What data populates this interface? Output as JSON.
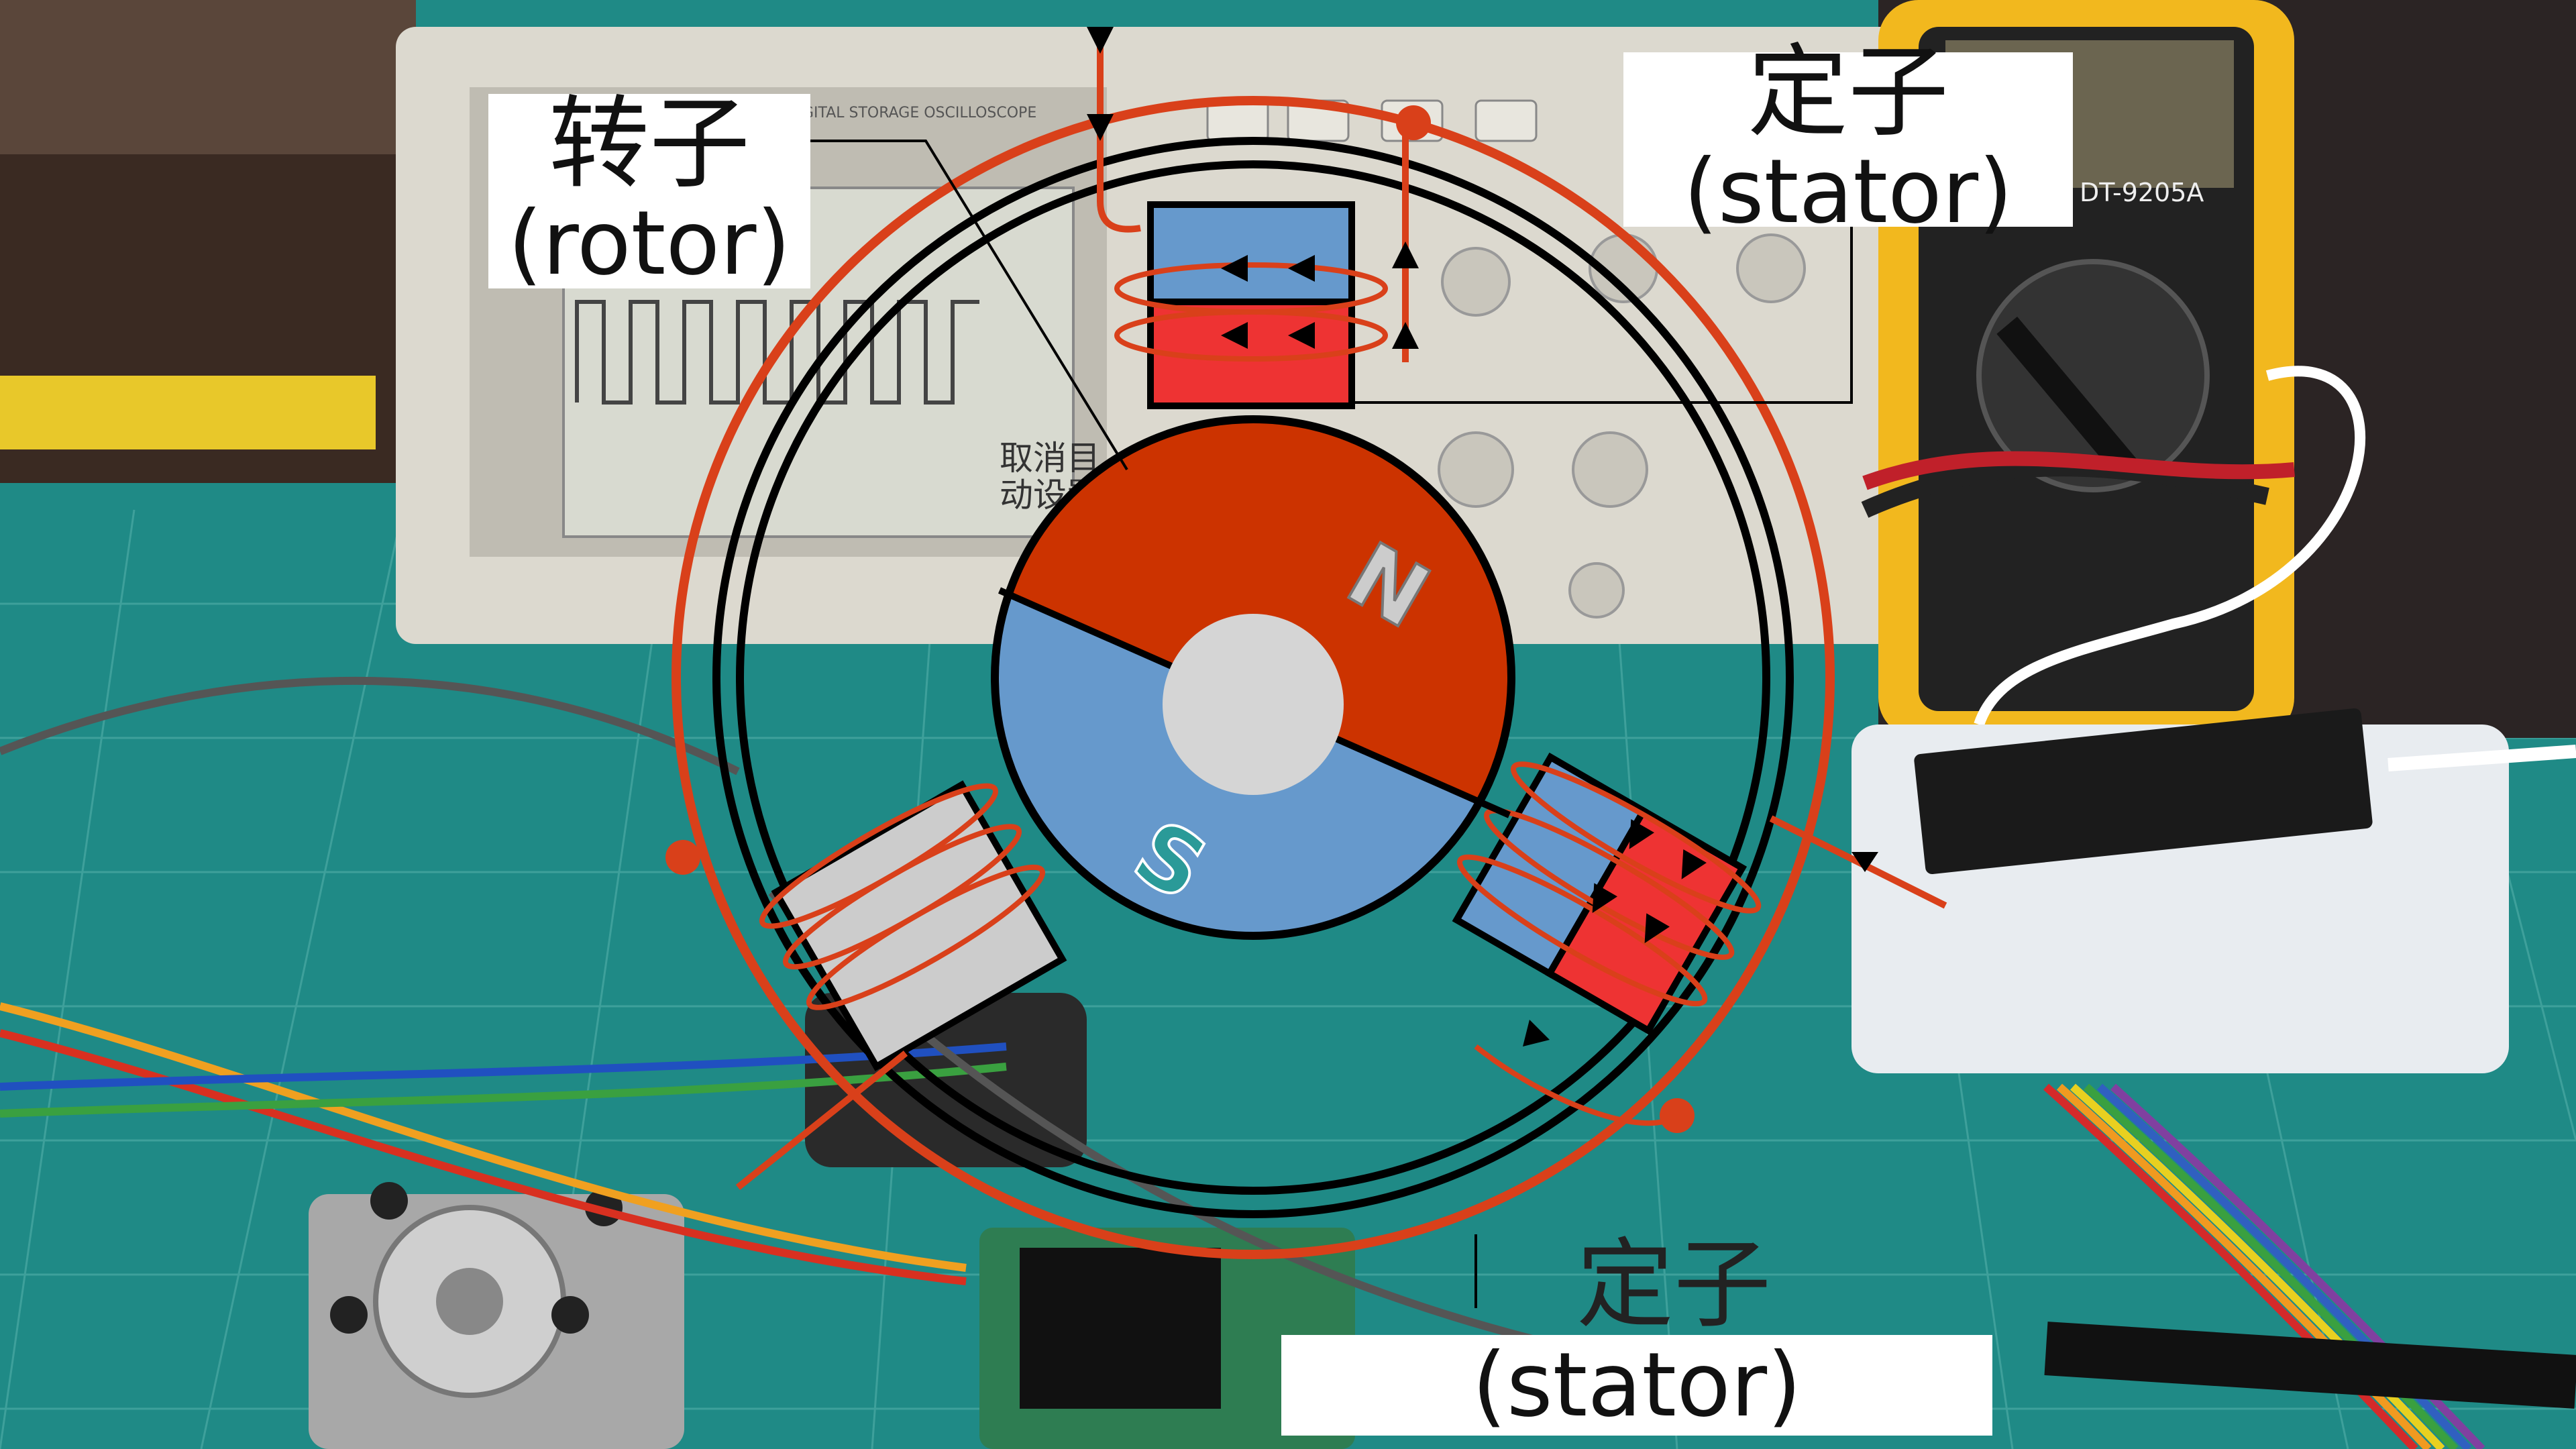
{
  "diagram": {
    "rotor_label_zh": "转子",
    "rotor_label_en": "(rotor)",
    "stator_top_label_zh": "定子",
    "stator_top_label_en": "(stator)",
    "stator_bottom_label_zh": "定子",
    "stator_bottom_label_en": "(stator)",
    "pole_north": "N",
    "pole_south": "S"
  },
  "background": {
    "oscilloscope_model": "TWO CHANNEL DIGITAL STORAGE OSCILLOSCOPE",
    "multimeter_model": "DT-9205A",
    "scope_menu_1": "取消目",
    "scope_menu_2": "动设置"
  },
  "colors": {
    "wire_red": "#d9401a",
    "magnet_red": "#cc3300",
    "magnet_blue": "#6699cc",
    "coil_red": "#ee3333",
    "coil_blue": "#6699cc",
    "coil_gray": "#cccccc",
    "mat_green": "#1f8a86",
    "multimeter_yellow": "#f2b81e"
  }
}
